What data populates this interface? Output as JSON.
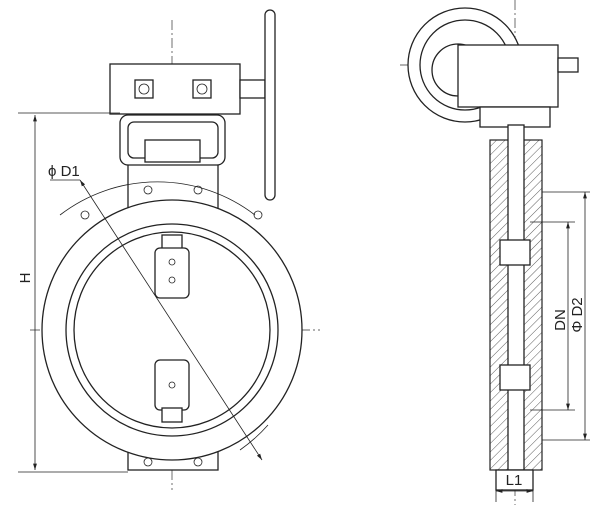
{
  "labels": {
    "d1": "ϕ D1",
    "h": "H",
    "dn": "DN",
    "d2": "Φ D2",
    "l1": "L1"
  }
}
